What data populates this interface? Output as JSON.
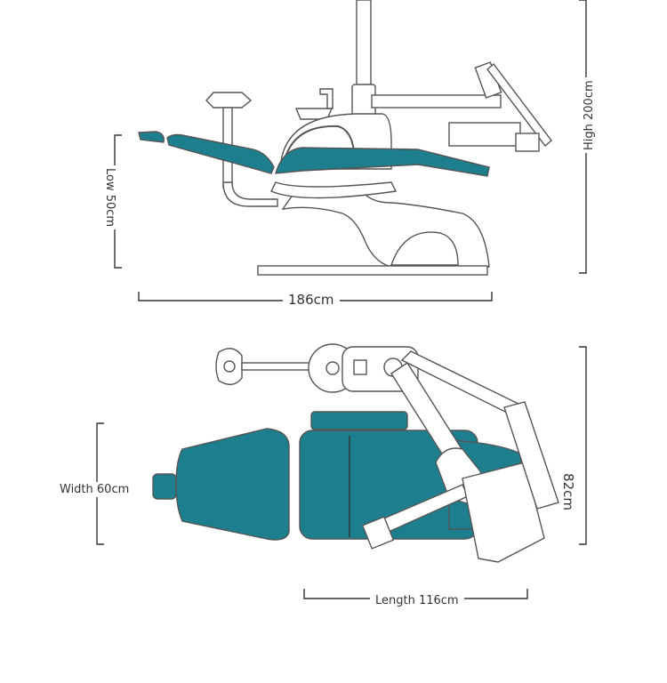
{
  "side_view": {
    "low_label": "Low 50cm",
    "high_label": "High 200cm",
    "total_length_label": "186cm"
  },
  "top_view": {
    "width_label": "Width 60cm",
    "depth_label": "82cm",
    "length_label": "Length 116cm"
  },
  "colors": {
    "upholstery": "#1d7f8e",
    "outline": "#555555",
    "frame_fill": "#ffffff",
    "dimension_line": "#333333"
  }
}
